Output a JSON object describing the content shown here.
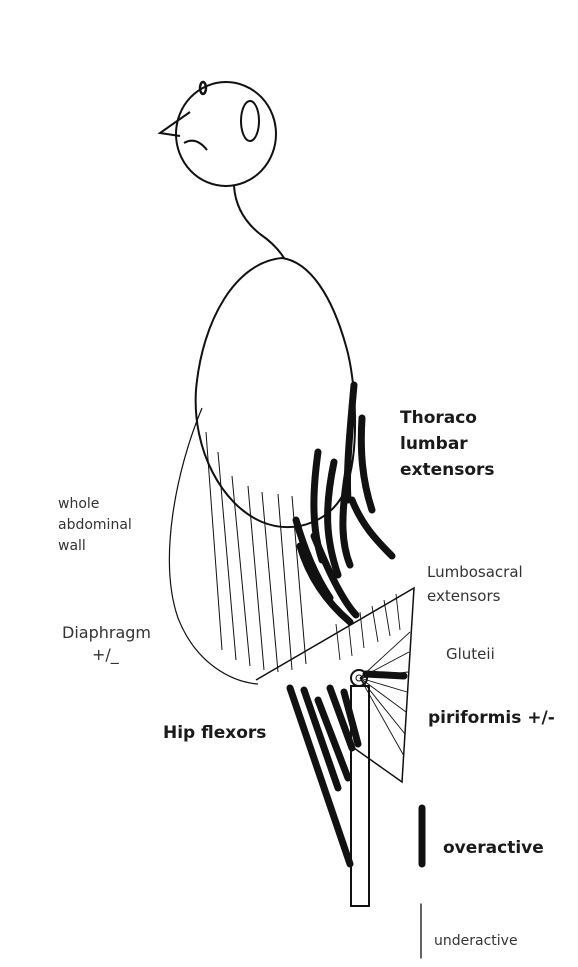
{
  "labels": {
    "thoraco_line1": "Thoraco",
    "thoraco_line2": "lumbar",
    "thoraco_line3": "extensors",
    "abdominal_line1": "whole",
    "abdominal_line2": "abdominal",
    "abdominal_line3": "wall",
    "lumbosacral_line1": "Lumbosacral",
    "lumbosacral_line2": "extensors",
    "diaphragm_line1": "Diaphragm",
    "diaphragm_line2": "+/_",
    "gluteii": "Gluteii",
    "hip_flexors": "Hip flexors",
    "piriformis": "piriformis +/-",
    "overactive": "overactive",
    "underactive": "underactive"
  },
  "colors": {
    "ink": "#111111",
    "text": "#2a2a2a"
  }
}
